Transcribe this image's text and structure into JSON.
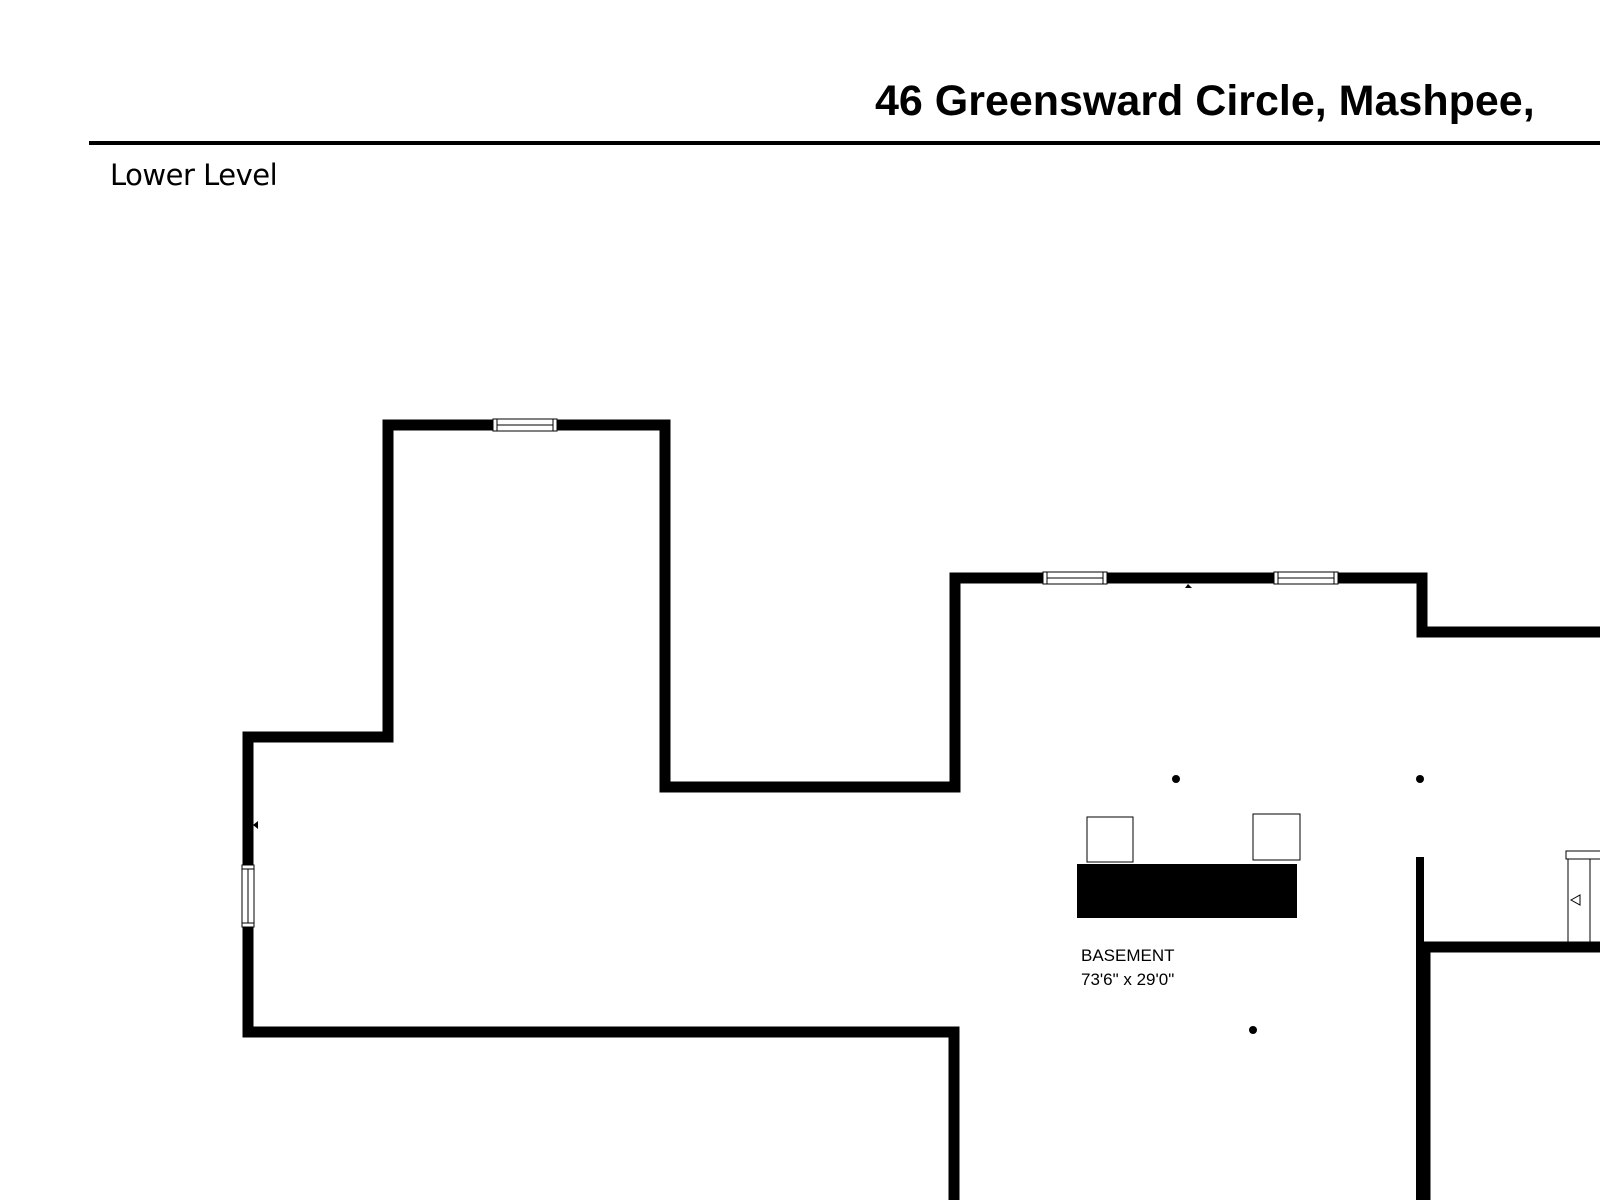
{
  "header": {
    "address": "46 Greensward Circle, Mashpee,"
  },
  "floor": {
    "level_name": "Lower Level"
  },
  "rooms": [
    {
      "name": "BASEMENT",
      "dimensions": "73'6\" x 29'0\""
    }
  ],
  "colors": {
    "wall": "#000000",
    "background": "#ffffff",
    "window_fill": "#ffffff"
  }
}
